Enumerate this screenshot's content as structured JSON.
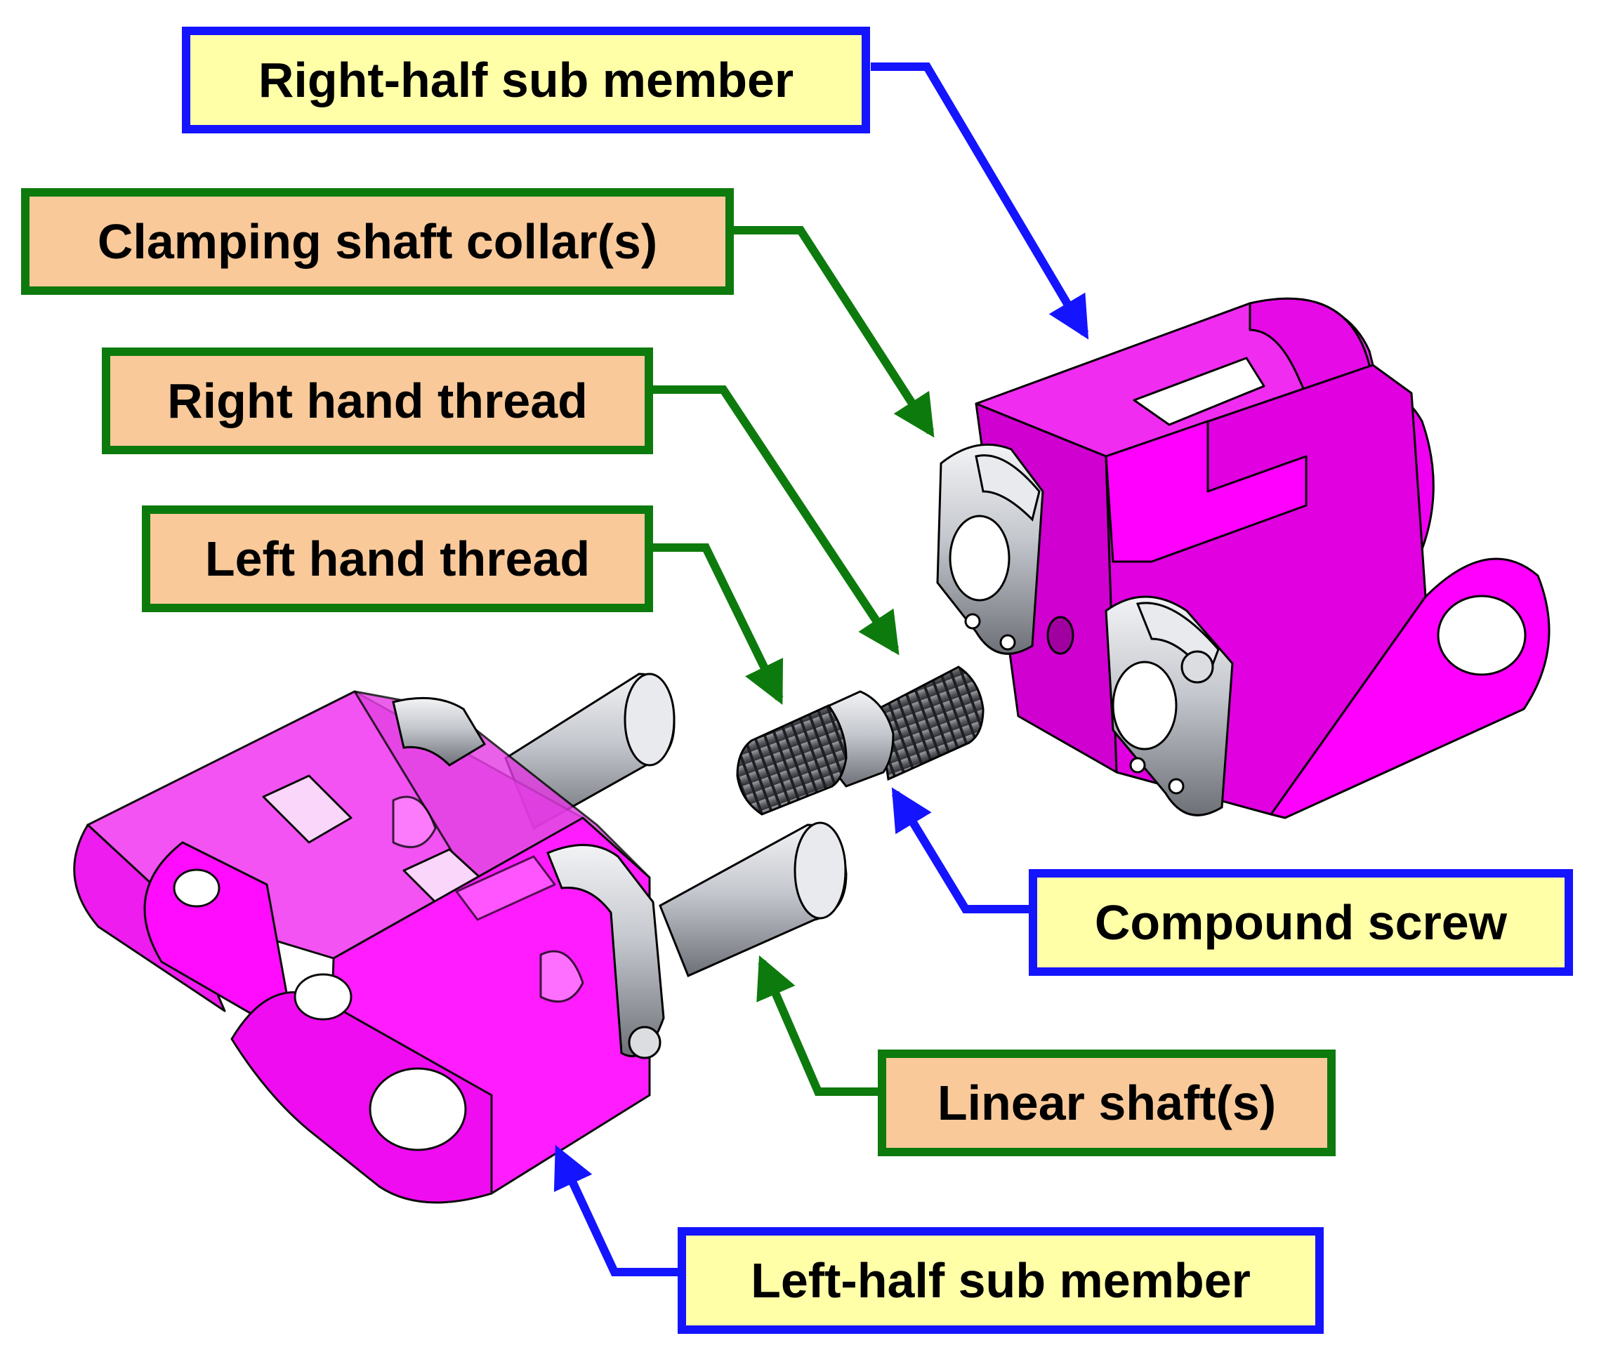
{
  "labels": {
    "right_half_sub_member": "Right-half sub member",
    "clamping_shaft_collars": "Clamping shaft collar(s)",
    "right_hand_thread": "Right hand thread",
    "left_hand_thread": "Left hand thread",
    "compound_screw": "Compound screw",
    "linear_shafts": "Linear shaft(s)",
    "left_half_sub_member": "Left-half sub member"
  },
  "colors": {
    "member": "#ff00ff",
    "member_dark": "#d400d4",
    "blue_frame": "#1414ff",
    "green_frame": "#0d7a0d",
    "yellow_fill": "#ffffa8",
    "peach_fill": "#f9c99a",
    "metal": "#b4b8c0"
  }
}
